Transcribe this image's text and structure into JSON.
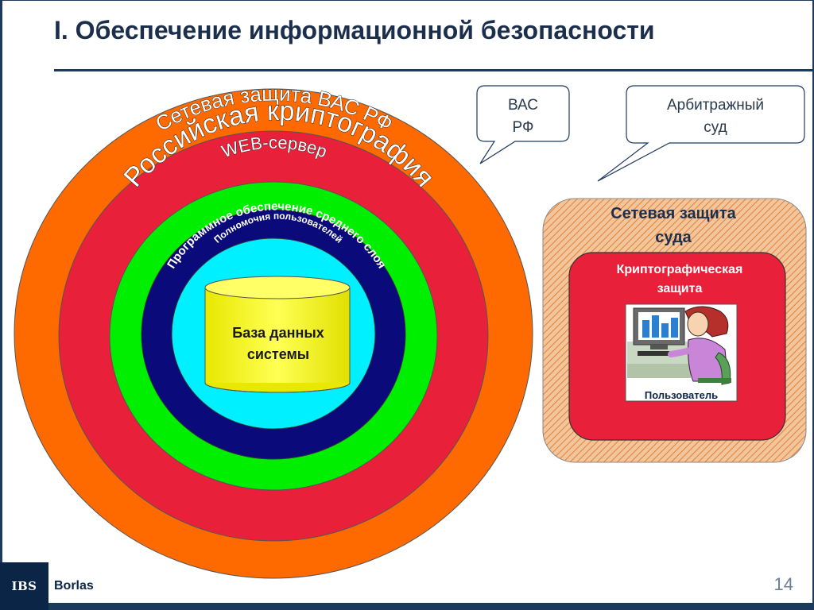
{
  "title": "I. Обеспечение информационной безопасности",
  "rings": {
    "outer_label": "Сетевая защита ВАС РФ",
    "crypto_label": "Российская криптография",
    "web_label": "WEB-сервер",
    "middleware_label": "Программное обеспечение среднего слоя",
    "permissions_label": "Полномочия пользователей",
    "database_line1": "База данных",
    "database_line2": "системы"
  },
  "callouts": {
    "vas_line1": "ВАС",
    "vas_line2": "РФ",
    "court_line1": "Арбитражный",
    "court_line2": "суд"
  },
  "court_panel": {
    "title_line1": "Сетевая защита",
    "title_line2": "суда",
    "crypto_line1": "Криптографическая",
    "crypto_line2": "защита",
    "user_label": "Пользователь"
  },
  "footer": {
    "logo_text": "IBS",
    "company": "Borlas",
    "page_number": "14"
  },
  "colors": {
    "outer_ring": "#ff6a00",
    "crypto_ring": "#e8203a",
    "web_ring": "#00ee00",
    "middleware_ring": "#0a0a7a",
    "core": "#00f0ff",
    "database": "#ffff33",
    "title_text": "#1b2f4d"
  }
}
